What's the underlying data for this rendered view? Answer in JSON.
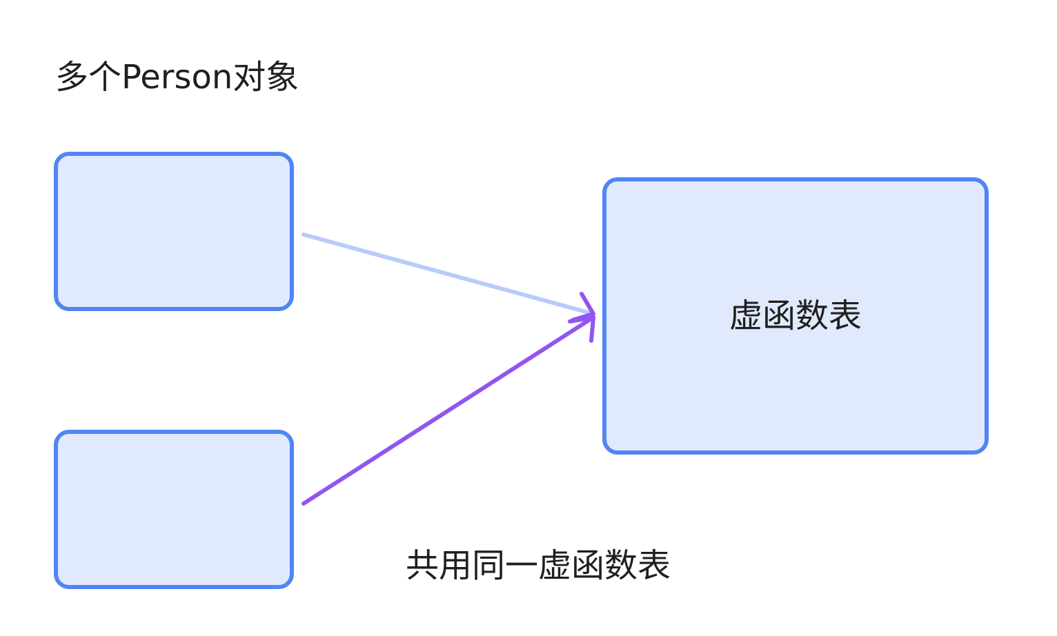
{
  "title": "多个Person对象",
  "caption": "共用同一虚函数表",
  "vtable": {
    "label": "虚函数表"
  },
  "colors": {
    "box_fill": "#e1e9fd",
    "box_border": "#5185f5",
    "arrow_top": "#b8ccf9",
    "arrow_bottom": "#9355f0",
    "text": "#1f1f1f"
  }
}
